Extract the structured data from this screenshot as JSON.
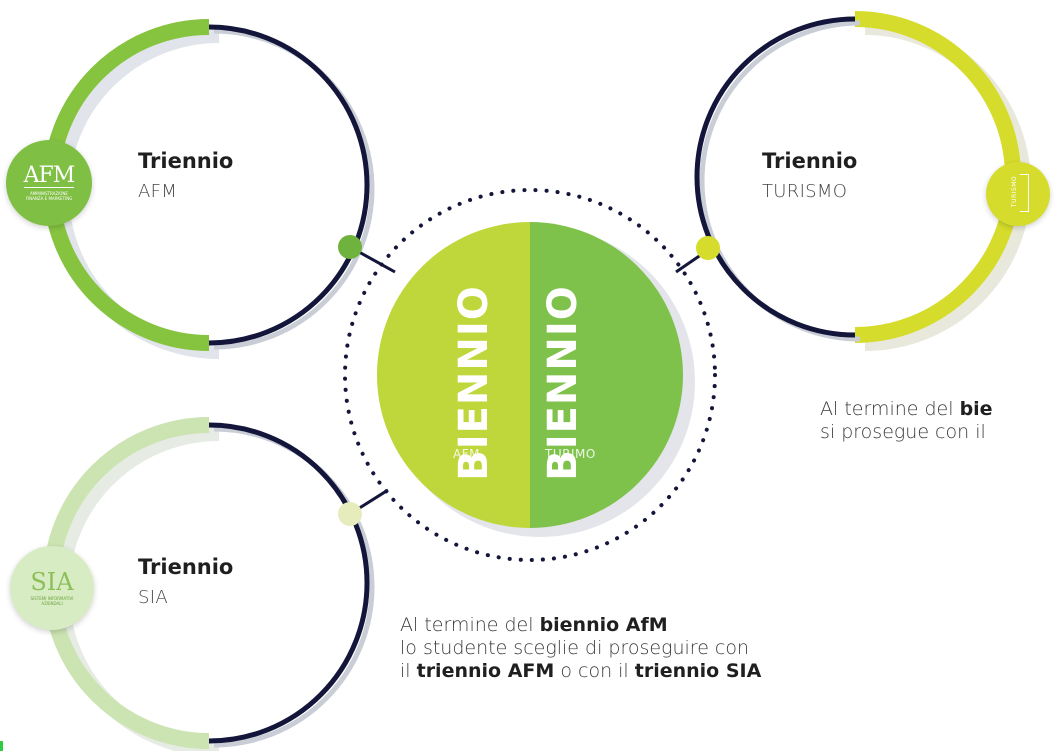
{
  "colors": {
    "afm": "#86c440",
    "turismo": "#d5dc2c",
    "sia": "#cce3b2",
    "navy": "#13163a",
    "biennio_afm": "#bfd73a",
    "biennio_turismo": "#7fc24b"
  },
  "rings": {
    "afm": {
      "title": "Triennio",
      "subtitle": "AFM",
      "badge_logo": "AFM",
      "badge_caption": "AMMINISTRAZIONE FINANZA E MARKETING"
    },
    "turismo": {
      "title": "Triennio",
      "subtitle": "TURISMO",
      "badge_logo": "TURISMO"
    },
    "sia": {
      "title": "Triennio",
      "subtitle": "SIA",
      "badge_logo": "SIA",
      "badge_caption": "SISTEMI INFORMATIVI AZIENDALI"
    }
  },
  "center": {
    "left_label": "BIENNIO",
    "left_sub": "AFM",
    "right_label": "BIENNIO",
    "right_sub": "TURIMO"
  },
  "notes": {
    "afm": {
      "line1_pre": "Al termine del ",
      "line1_bold": "biennio AfM",
      "line2": "lo studente sceglie di proseguire con",
      "line3_pre": "il ",
      "line3_bold1": "triennio AFM",
      "line3_mid": " o con il ",
      "line3_bold2": "triennio SIA"
    },
    "turismo": {
      "line1_pre": "Al termine del ",
      "line1_bold": "bie",
      "line2": "si prosegue con il"
    }
  }
}
